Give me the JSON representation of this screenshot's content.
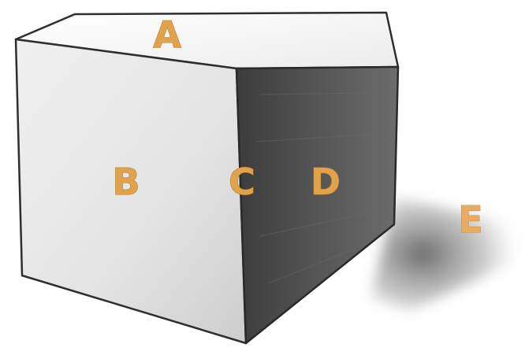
{
  "labels": {
    "a": "A",
    "b": "B",
    "c": "C",
    "d": "D",
    "e": "E"
  },
  "colors": {
    "label": "#e0a24a",
    "front_face": "#e4e4e4",
    "side_face": "#4a4a4a",
    "top_face": "#f6f6f6",
    "edge": "#2e2e2e"
  }
}
